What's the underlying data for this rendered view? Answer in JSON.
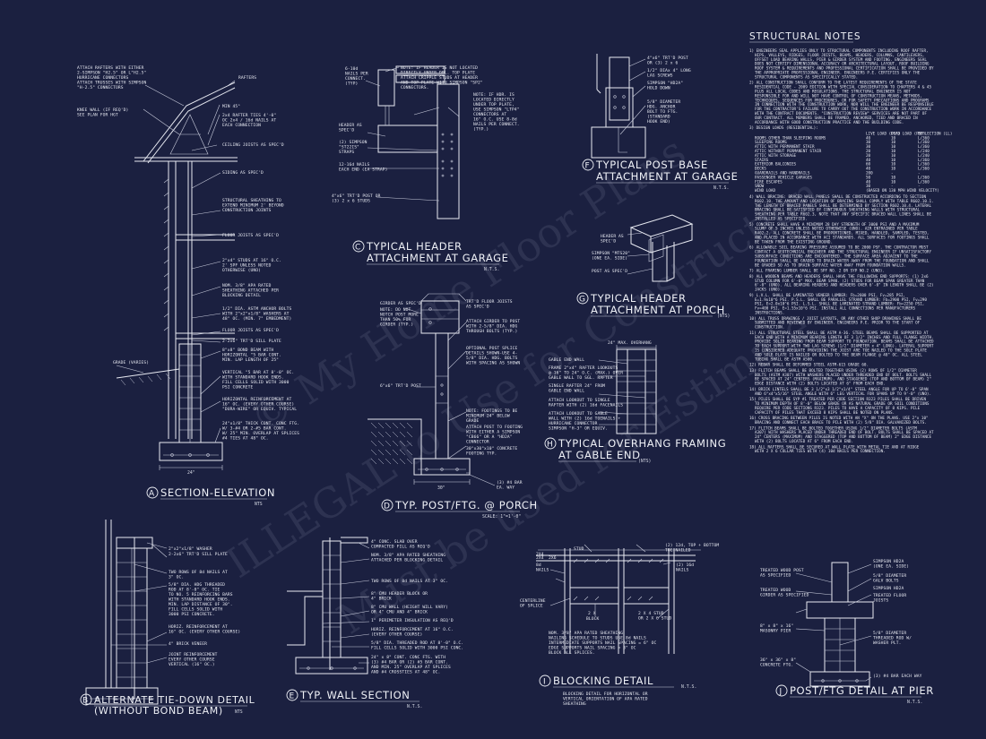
{
  "watermark": {
    "lines": [
      "© My Home Floor Plans",
      "ILLEGAL to Use for Construction",
      "Must be used for Estimate"
    ]
  },
  "details": {
    "A": {
      "letter": "A",
      "title": "SECTION-ELEVATION",
      "scale": "NTS",
      "dim": "24\""
    },
    "B": {
      "letter": "B",
      "title": "ALTERNATE TIE-DOWN DETAIL",
      "title2": "(WITHOUT BOND BEAM)",
      "scale": "NTS"
    },
    "C": {
      "letter": "C",
      "title": "TYPICAL HEADER",
      "title2": "ATTACHMENT AT GARAGE",
      "scale": "N.T.S."
    },
    "D": {
      "letter": "D",
      "title": "TYP. POST/FTG. @ PORCH",
      "scale": "SCALE: 1\"=1'-0\"",
      "dim": "30\""
    },
    "E": {
      "letter": "E",
      "title": "TYP. WALL SECTION",
      "scale": "N.T.S."
    },
    "F": {
      "letter": "F",
      "title": "TYPICAL POST BASE",
      "title2": "ATTACHMENT AT GARAGE",
      "scale": "N.T.S."
    },
    "G": {
      "letter": "G",
      "title": "TYPICAL HEADER",
      "title2": "ATTACHMENT AT PORCH",
      "scale": "(NTS)"
    },
    "H": {
      "letter": "H",
      "title": "TYPICAL OVERHANG FRAMING",
      "title2": "AT GABLE END",
      "scale": "(NTS)"
    },
    "I": {
      "letter": "I",
      "title": "BLOCKING DETAIL",
      "scale": "N.T.S.",
      "note": [
        "BLOCKING DETAIL FOR HORIZONTAL OR",
        "VERTICAL ORIENTATION OF APA RATED",
        "SHEATHING"
      ]
    },
    "J": {
      "letter": "J",
      "title": "POST/FTG DETAIL AT PIER",
      "scale": "N.T.S."
    }
  },
  "labels": {
    "A": [
      "ATTACH RAFTERS WITH EITHER",
      "2-SIMPSON \"H2.5\" OR L\"H2.5\"",
      "HURRICANE CONNECTORS",
      "ATTACH TRUSSES WITH SIMPSON",
      "\"H-2.5\" CONNECTORS",
      "RAFTERS",
      "KNEE WALL (IF REQ'D)",
      "SEE PLAN FOR HGT",
      "MIN 45°",
      "2x4 RAFTER TIES 4'-0\"",
      "OC 2x4 / 16d NAILS AT",
      "EACH CONNECTION",
      "CEILING JOISTS AS SPEC'D",
      "SIDING AS SPEC'D",
      "STRUCTURAL SHEATHING TO",
      "EXTEND MINIMUM 2' BEYOND",
      "CONSTRUCTION JOINTS",
      "FLOOR JOISTS AS SPEC'D",
      "2\"x4\" STUDS AT 16\" O.C.",
      "2' SPF UNLESS NOTED",
      "OTHERWISE (UNO)",
      "NOM. 3/8\" APA RATED",
      "SHEATHING ATTACHED PER",
      "BLOCKING DETAIL",
      "1/2\" DIA. ASTM ANCHOR BOLTS",
      "WITH 2\"x2\"x1/8\" WASHERS AT",
      "48\" OC. (MIN. 7\" EMBEDMENT)",
      "FLOOR JOISTS AS SPEC'D",
      "2-2x6\" TRT'D SILL PLATE",
      "8\"x8\" BOND BEAM WITH",
      "HORIZONTAL \"5 BAR CONT.",
      "MIN. LAP LENGTH OF 25\"",
      "GRADE (VARIES)",
      "VERTICAL \"5 BAR AT 8'-0\" OC.",
      "WITH STANDARD HOOK ENDS.",
      "FILL CELLS SOLID WITH 3000",
      "PSI CONCRETE",
      "HORIZONTAL REINFORCEMENT AT",
      "16\" OC. (EVERY OTHER COURSE)",
      "\"DURA-WIRE\" OR EQUIV. TYPICAL",
      "24\"x1/8\" THICK CONT. CONC FTG.",
      "W/ 3-#4 OR 2-#5 BAR CONT.",
      "W/ 25\" MIN. OVERLAP AT SPLICES",
      "#4 TIES AT 48\" OC."
    ],
    "B": [
      "2\"x2\"x1/8\" WASHER",
      "2-2x6\" TRT'D SILL PLATE",
      "TWO ROWS OF 8d NAILS AT",
      "3\" OC.",
      "5/8\" DIA. HDG THREADED",
      "ROD AT 8'-0\" OC. TIE",
      "TO NO. 5 REINFORCING BARS",
      "WITH STANDARD HOOK ENDS.",
      "MIN. LAP DISTANCE OF 30\".",
      "FILL CELLS SOLID WITH",
      "3000 PSI CONCRETE.",
      "HORIZ. REINFORCEMENT AT",
      "16\" OC. (EVERY OTHER COURSE)",
      "4\" BRICK VENEER",
      "JOINT REINFORCEMENT",
      "EVERY OTHER COURSE",
      "VERTICAL (16\" OC.)"
    ],
    "C": [
      "6-10d",
      "NAILS PER",
      "CONNECT.",
      "(TYP)",
      "NOTE: IF HEADER IS NOT LOCATED",
      "DIRECTLY UNDER DBL. TOP PLATE",
      "ATTACH CRIPPLE STUDS AT HEADER",
      "AND TOP PLATE WITH SIMPSON \"SP2\"",
      "CONNECTORS.",
      "NOTE: IF HDR. IS",
      "LOCATED DIRECTLY",
      "UNDER TOP PLATE,",
      "USE SIMPSON \"LTP4\"",
      "CONNECTORS AT",
      "16\" O.C. USE 8-8d",
      "NAILS PER CONNECT.",
      "(TYP.)",
      "HEADER AS",
      "SPEC'D",
      "(2) SIMPSON",
      "\"ST22IS\"",
      "STRAPS",
      "12-16d NAILS",
      "EACH END (EA STRAP)",
      "4\"x6\" TRT'D POST OR",
      "(3) 2 x 6 STUDS"
    ],
    "D": [
      "TRT'D FLOOR JOISTS",
      "AS SPEC'D",
      "GIRDER AS SPEC'D",
      "NOTE: DO NOT",
      "NOTCH POST MORE",
      "THAN 50% FOR",
      "GIRDER (TYP.)",
      "ATTACH GIRDER TO POST",
      "WITH 2-5/8\" DIA. HDG",
      "THROUGH BOLTS (TYP.)",
      "OPTIONAL POST SPLICE",
      "DETAILS SHOWN-USE 4-",
      "5/8\" DIA. HDG. BOLTS",
      "WITH SPACING AS SHOWN",
      "6\"x6\" TRT'D POST",
      "NOTE: FOOTINGS TO BE",
      "MINIMUM 24\" BELOW",
      "GRADE",
      "ATTACH POST TO FOOTING",
      "WITH EITHER A SIMPSON",
      "\"CB66\" OR A \"HD2A\"",
      "CONNECTOR",
      "30\"x30\"x10\" CONCRETE",
      "FOOTING TYP.",
      "(3) #4 BAR",
      "EA. WAY"
    ],
    "E": [
      "4\" CONC. SLAB OVER",
      "COMPACTED FILL AS REQ'D",
      "NOM. 3/8\" APA RATED SHEATHING",
      "ATTACHED PER BLOCKING DETAIL",
      "TWO ROWS OF 8d NAILS AT 3\" OC.",
      "8\" CMU HEADER BLOCK OR",
      "4\" BRICK",
      "8\" CMU WALL (HEIGHT WILL VARY)",
      "OR 4\" CMU AND 4\" BRICK",
      "1\" PERIMETER INSULATION AS REQ'D",
      "HORIZ. REINFORCEMENT AT 16\" O.C.",
      "(EVERY OTHER COURSE)",
      "5/8\" DIA. THREADED ROD AT 8'-0\" O.C.",
      "FILL CELLS SOLID WITH 3000 PSI CONC.",
      "24\" x 8\" CONT. CONC FTG. WITH",
      "(3) #4 BAR OR (2) #5 BAR CONT.",
      "AND MIN. 25\" OVERLAP AT SPLICES",
      "AND #4 CROSSTIES AT 48\" OC."
    ],
    "F": [
      "4\"x6\" TRT'D POST",
      "OR (3) 2 x 6",
      "1/2\" DIAx 4\" LONG",
      "LAG SCREWS",
      "SIMPSON \"HD2A\"",
      "HOLD DOWN",
      "5/8\" DIAMETER",
      "HDG. ANCHOR",
      "BOLT TO FTG.",
      "(STANDARD",
      "HOOK END)"
    ],
    "G": [
      "HEADER AS",
      "SPEC'D",
      "SIMPSON \"MTS20\"",
      "(ONE EA. SIDE)",
      "POST AS SPEC'D"
    ],
    "H": [
      "24\" MAX. OVERHANG",
      "GABLE END WALL",
      "FRAME 2\"x4\" RAFTER LOOKOUTS",
      "@ 16\" TO 24\" O.C. (MAX.) OVER",
      "GABLE WALL TO SGL. RAFTER",
      "SINGLE RAFTER 24\" FROM",
      "GABLE END WALL",
      "ATTACH LOOKOUT TO SINGLE",
      "RAFTER WITH (2) 16d FACENAILS",
      "ATTACH LOOKOUT TO GABLE",
      "WALL WITH (2) 16d TOENAILS +",
      "HURRICANE CONNECTOR",
      "SIMPSON \"H-3\" OR EQUIV."
    ],
    "I": [
      "2X4",
      "8d",
      "NAILS",
      "STUD",
      "2X4",
      "2X6",
      "(2) 12d, TOP + BOTTOM",
      "TOE NAILED",
      "(2) 16d",
      "NAILS",
      "CENTERLINE",
      "OF SPLICE",
      "2 X",
      "BLOCK",
      "2 X 4 STUD",
      "OR 2 X 6 STUD",
      "NOM. 3/8\" APA RATED SHEATHING",
      "NAILING SCHEDULE TO STUDS USE 8d NAILS",
      "INTERMEDIATE SUPPORTS NAIL SPACING = 6\" OC",
      "EDGE SUPPORTS NAIL SPACING = 3\" OC",
      "BLOCK ALL SPLICES."
    ],
    "J": [
      "SIMPSON HD2A",
      "(ONE EA. SIDE)",
      "5/8\" DIAMETER",
      "GALV BOLTS",
      "SIMPSON HD2A",
      "TREATED FLOOR",
      "JOISTS",
      "TREATED WOOD POST",
      "AS SPECIFIED",
      "TREATED WOOD",
      "GIRDER AS SPECIFIED",
      "8\" x 8\" x 16\"",
      "MASONRY PIER",
      "5/8\" DIAMETER",
      "THREADED ROD W/",
      "WASHER PLT.",
      "36\" x 36\" x 8\"",
      "CONCRETE FTG.",
      "(3) #4 BAR EACH WAY"
    ]
  },
  "notes": {
    "title": "STRUCTURAL NOTES",
    "items": [
      "1) ENGINEERS SEAL APPLIES ONLY TO STRUCTURAL COMPONENTS INCLUDING ROOF RAFTER, HIPS, VALLEYS, RIDGES, FLOOR JOISTS, BEAMS, HEADERS, COLUMNS, CANTILEVERS, OFFSET LOAD BEARING WALLS, PIER & GIRDER SYSTEM AND FOOTING. ENGINEERS SEAL DOES NOT CERTIFY DIMENSIONAL ACCURACY OR ARCHITECTURAL LAYOUT. ROOF BUILDING ROOF SYSTEM & REQUIREMENTS AND PROFESSIONAL CERTIFICATION SHALL BE PROVIDED BY THE APPROPRIATE PROFESSIONAL ENGINEER. ENGINEERS P.E. CERTIFIES ONLY THE STRUCTURAL COMPONENTS AS SPECIFICALLY STATED.",
      "2) ALL CONSTRUCTION SHALL CONFORM TO THE LATEST REQUIREMENTS OF THE STATE RESIDENTIAL CODE - 2009 EDITION WITH SPECIAL CONSIDERATION TO CHAPTERS 4 & 45 PLUS ALL LOCAL CODES AND REGULATIONS. THE STRUCTURAL ENGINEER IS NOT RESPONSIBLE FOR AND WILL NOT HAVE CONTROL OF CONSTRUCTION MEANS, METHODS, TECHNIQUES, SEQUENCES FOR PROCEDURES, OR FOR SAFETY PRECAUTIONS AND PROGRAMS IN CONNECTION WITH THE CONSTRUCTION WORK, NOR WILL THE ENGINEER BE RESPONSIBLE FOR THE CONTRACTOR'S FAILURE TO CARRY OUT THE CONSTRUCTION WORK IN ACCORDANCE WITH THE CONTRACT DOCUMENTS. \"CONSTRUCTION REVIEW\" SERVICES ARE NOT PART OF OUR CONTRACT. ALL MEMBERS SHALL BE FRAMED, ANCHORED, TIED AND BRACED IN ACCORDANCE WITH GOOD CONSTRUCTION PRACTICE AND THE BUILDING CODE.",
      "3) DESIGN LOADS (RESIDENTIAL):"
    ],
    "loads_header": [
      "",
      "LIVE LOAD (PSF)",
      "DEAD LOAD (PSF)",
      "DEFLECTION (LL)"
    ],
    "loads": [
      [
        "ROOMS OTHER THAN SLEEPING ROOMS",
        "40",
        "10",
        "L/360"
      ],
      [
        "SLEEPING ROOMS",
        "30",
        "10",
        "L/360"
      ],
      [
        "ATTIC WITH PERMANENT STAIR",
        "30",
        "10",
        "L/360"
      ],
      [
        "ATTIC WITHOUT PERMANENT STAIR",
        "20",
        "10",
        "L/240"
      ],
      [
        "ATTIC WITH STORAGE",
        "20",
        "10",
        "L/240"
      ],
      [
        "STAIRS",
        "40",
        "10",
        "L/360"
      ],
      [
        "EXTERIOR BALCONIES",
        "60",
        "10",
        "L/360"
      ],
      [
        "DECKS",
        "40",
        "10",
        "L/360"
      ],
      [
        "GUARDRAILS AND HANDRAILS",
        "200",
        "-",
        "-"
      ],
      [
        "PASSENGER VEHICLE GARAGES",
        "50",
        "10",
        "L/360"
      ],
      [
        "FIRE ESCAPES",
        "40",
        "10",
        "L/360"
      ],
      [
        "SNOW",
        "30",
        "-",
        "-"
      ],
      [
        "WIND LOAD",
        "(BASED ON 130 MPH WIND VELOCITY)",
        "",
        ""
      ]
    ],
    "items2": [
      "4) WALL BRACING: BRACED WALL PANELS SHALL BE CONSTRUCTED ACCORDING TO SECTION R602.10. THE AMOUNT AND LOCATION OF BRACING SHALL COMPLY WITH TABLE R602.10.1. THE LENGTH OF BRACED PANELS SHALL BE DETERMINED BY SECTION R602.10.4. LATERAL BRACING SHALL BE SATISFIED BY CONTINUOUS SHEATHING WALLS WITH STRUCTURAL SHEATHING PER TABLE R602.3, NOTE THAT ANY SPECIFIC BRACED WALL LINES SHALL BE INSTALLED AS SPECIFIED.",
      "5) CONCRETE SHALL HAVE A MINIMUM 28 DAY STRENGTH OF 3000 PSI AND A MAXIMUM SLUMP OF 5 INCHES UNLESS NOTED OTHERWISE (UNO). AIR ENTRAINED PER TABLE R402.2. ALL CONCRETE SHALL BE PROPORTIONED, MIXED, HANDLED, SAMPLED, TESTED, AND PLACED IN ACCORDANCE WITH ACI STANDARDS. ALL SURFACES FOR FOOTINGS SHALL BE TAKEN FROM THE EXISTING GROUND.",
      "6) ALLOWABLE SOIL BEARING PRESSURE ASSUMED TO BE 2000 PSF. THE CONTRACTOR MUST CONTACT A GEOTECHNICAL ENGINEER AND THE STRUCTURAL ENGINEER IF UNSATISFACTORY SUBSURFACE CONDITIONS ARE ENCOUNTERED. THE SURFACE AREA ADJACENT TO THE FOUNDATION SHALL BE GRADED TO DRAIN WATER AWAY FROM THE FOUNDATION AND SHALL BE GRADED SO AS TO DRAIN SURFACE WATER AWAY FROM FOUNDATION WALLS.",
      "7) ALL FRAMING LUMBER SHALL BE SPF NO. 2 OR SYP NO.2 (UNO).",
      "8) ALL WOODEN BEAMS AND HEADERS SHALL HAVE THE FOLLOWING END SUPPORTS: (1) 2x6 STUD COLUMN FOR 6'-0\" MAX. BEAM SPAN. (2) STUDS FOR BEAM SPAN GREATER THAN 6'-0\" (UNO). ALL BEARING HEADERS AND HEADERS OVER 6'-0\" IN LENGTH SHALL BE (2) JACKS (UNO).",
      "9) L.V.L. SHALL BE LAMINATED VENEER LUMBER: Fb=2600 PSI, Fv=285 PSI, E=1.9x10^6 PSI. P.S.L. SHALL BE PARALLEL STRAND LUMBER: Fb=2900 PSI, Fv=290 PSI, E=2.0x10^6 PSI. L.S.L. SHALL BE LAMINATED STRAND LUMBER: Fb=2250 PSI, Fv=400 PSI, E=1.55x10^6 PSI. INSTALL ALL CONNECTIONS PER MANUFACTURERS INSTRUCTIONS.",
      "10) ALL TRUSS DRAWINGS / JOIST LAYOUTS, OR ANY OTHER SHOP DRAWINGS SHALL BE SUBMITTED AND REVIEWED BY ENGINEER. ENGINEERS P.E. PRIOR TO THE START OF CONSTRUCTION.",
      "11) ALL STRUCTURAL STEEL SHALL BE ASTM A-36. STEEL BEAMS SHALL BE SUPPORTED AT EACH END WITH A MINIMUM BEARING LENGTH OF 3 1/2\" INCHES AND FULL FLANGE WIDTH. PROVIDE SOLID BEARING FROM BEAM SUPPORT TO FOUNDATION. BEAMS SHALL BE ATTACHED TO EACH SUPPORT WITH TWO LAG SCREWS (1/2\" DIAMETER x 4\" LONG). LATERAL SUPPORT IS CONSIDERED ADEQUATE PROVIDING THE JOIST ARE TOE NAILED TO THE SOLE PLATE AND SOLE PLATE IS NAILED OR BOLTED TO THE BEAM FLANGE @ 48\" OC. ALL STEEL TUBING SHALL BE ASTM A500.",
      "12) REBAR SHALL BE DEFORMED STEEL ASTM-615 GRADE 60.",
      "13) FLITCH BEAMS SHALL BE BOLTED TOGETHER USING (2) ROWS OF 1/2\" DIAMETER BOLTS (ASTM A307) WITH WASHERS PLACED UNDER THREADED END OF BOLT. BOLTS SHALL BE SPACED AT 24\" CENTERS (MAXIMUM), AND STAGGERED (TOP AND BOTTOM OF BEAM) 2\" EDGE DISTANCE WITH (2) BOLTS LOCATED AT 6\" FROM EACH END.",
      "14) BRICK LINTELS SHALL BE 3 1/2\"x3 1/2\"x1/4\" STEEL ANGLE FOR UP TO 6'-0\" SPAN AND 6\"x4\"x5/16\" STEEL ANGLE WITH 6\" LEG VERTICAL FOR SPANS UP TO 9'-0\" (UNO).",
      "15) PILES SHALL BE SYP #1 TREATED PER CODE SECTION R323 PILES SHALL BE DRIVEN TO MINIMUM DEPTH OF 8'-0\" BELOW GRADE OR AS NATURAL GRADE OR SOIL CONDITIONS REQUIRE PER CODE SECTIONS R323. PILES TO HAVE A CAPACITY OF 8 KIPS. PILE CAPACITY OF PILES THAT EXCEED 8 KIPS SHALL BE NOTED ON PLANS.",
      "16) CROSS BRACING BETWEEN PILES IS NOTED WITH AN \"X\" ON THE PLANS. USE 2\"x 10\" BRACING AND CONNECT EACH BRACE TO PILE WITH (2) 5/8\" DIA. GALVANIZED BOLTS.",
      "17) FLITCH BEAMS SHALL BE BOLTED TOGETHER USING 1/2\" DIAMETER BOLTS (ASTM A307) WITH WASHERS PLACED UNDER THREADED END OF BOLT. BOLTS SHALL BE SPACED AT 24\" CENTERS (MAXIMUM) AND STAGGERED (TOP AND BOTTOM OF BEAM) 2\" EDGE DISTANCE WITH (2) BOLTS LOCATED AT 6\" FROM EACH END.",
      "18) ALL RAFTERS SHALL BE SECURED AT WALL PLATE WITH METAL TIE AND AT RIDGE WITH 2 X 6 COLLAR TIES WITH (4) 10d NAILS PER CONNECTION."
    ]
  }
}
